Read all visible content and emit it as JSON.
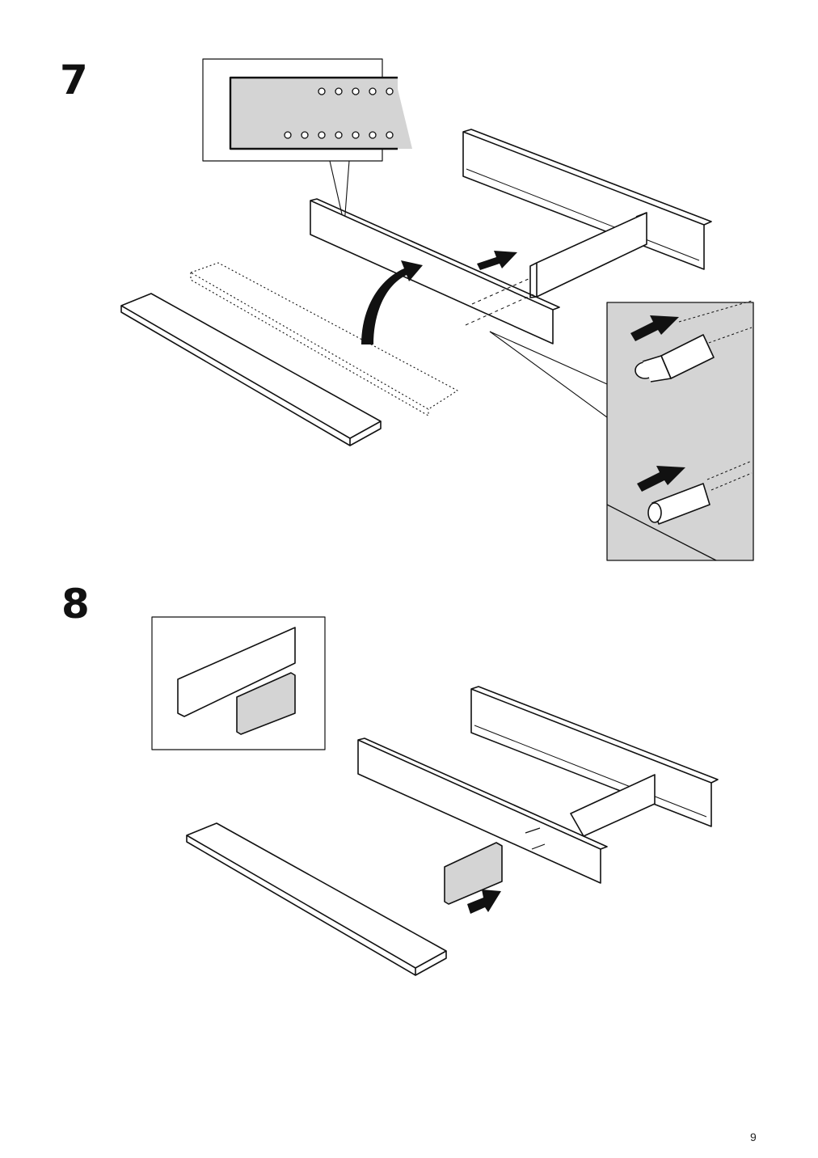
{
  "page": {
    "number": "9"
  },
  "steps": [
    {
      "number": "7",
      "illustration": "attach-long-rail-with-dowels-icon",
      "details": [
        "rail-hole-pattern-detail",
        "dowel-insert-detail"
      ]
    },
    {
      "number": "8",
      "illustration": "attach-end-block-icon",
      "details": [
        "block-orientation-detail"
      ]
    }
  ],
  "colors": {
    "ink": "#111111",
    "panel_grey": "#d4d4d4",
    "background": "#ffffff"
  }
}
